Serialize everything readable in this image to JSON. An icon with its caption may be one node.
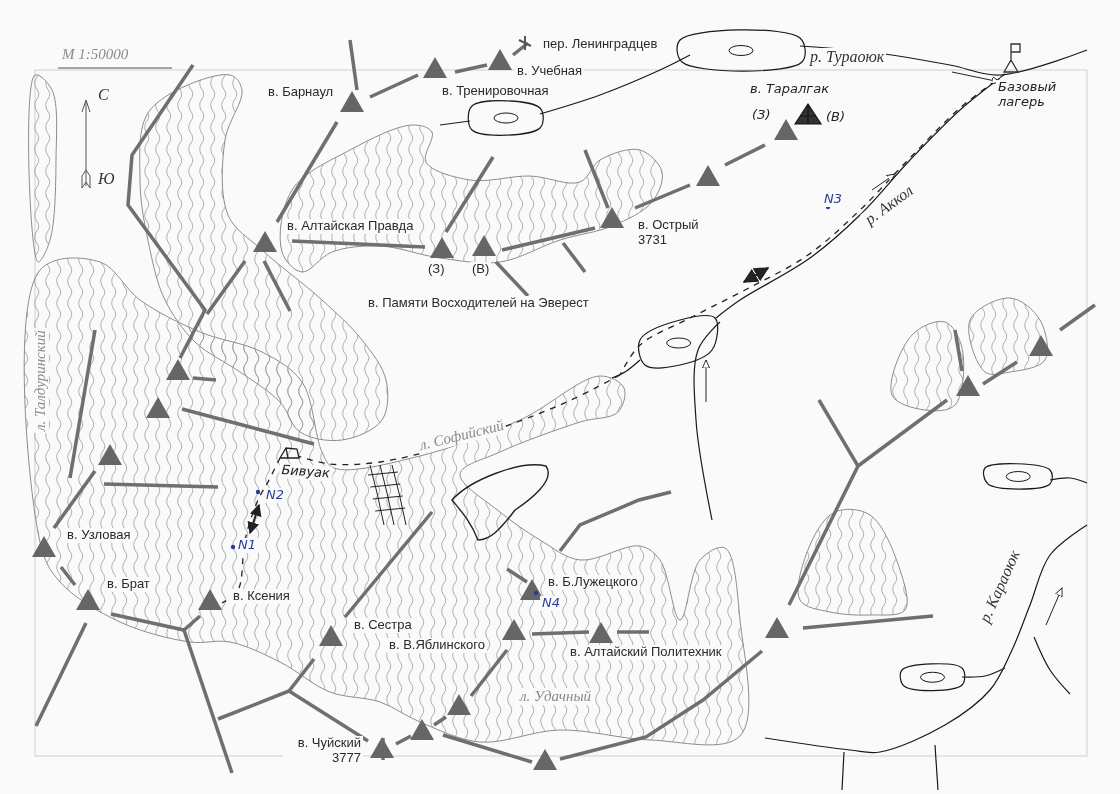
{
  "diagram": {
    "labels": [
      "М 1:50000",
      "С",
      "Ю",
      "пер. Ленинградцев",
      "в. Учебная",
      "в. Барнаул",
      "в. Тренировочная",
      "р. Тураоюк",
      "в. Таралгак",
      "(З)",
      "(В)",
      "Базовый лагерь",
      "N3",
      "р. Аккол",
      "в. Алтайская Правда",
      "в. Острый 3731",
      "(З)",
      "(В)",
      "в. Памяти Восходителей на Эверест",
      "л. Талдуринский",
      "Бивуак",
      "л. Софийский",
      "N2",
      "N1",
      "в. Узловая",
      "в. Брат",
      "в. Ксения",
      "в. Б.Лужецкого",
      "N4",
      "в. Сестра",
      "в. В.Яблинского",
      "в. Алтайский Политехник",
      "р. Караоюк",
      "л. Удачный",
      "в. Чуйский 3777"
    ]
  }
}
